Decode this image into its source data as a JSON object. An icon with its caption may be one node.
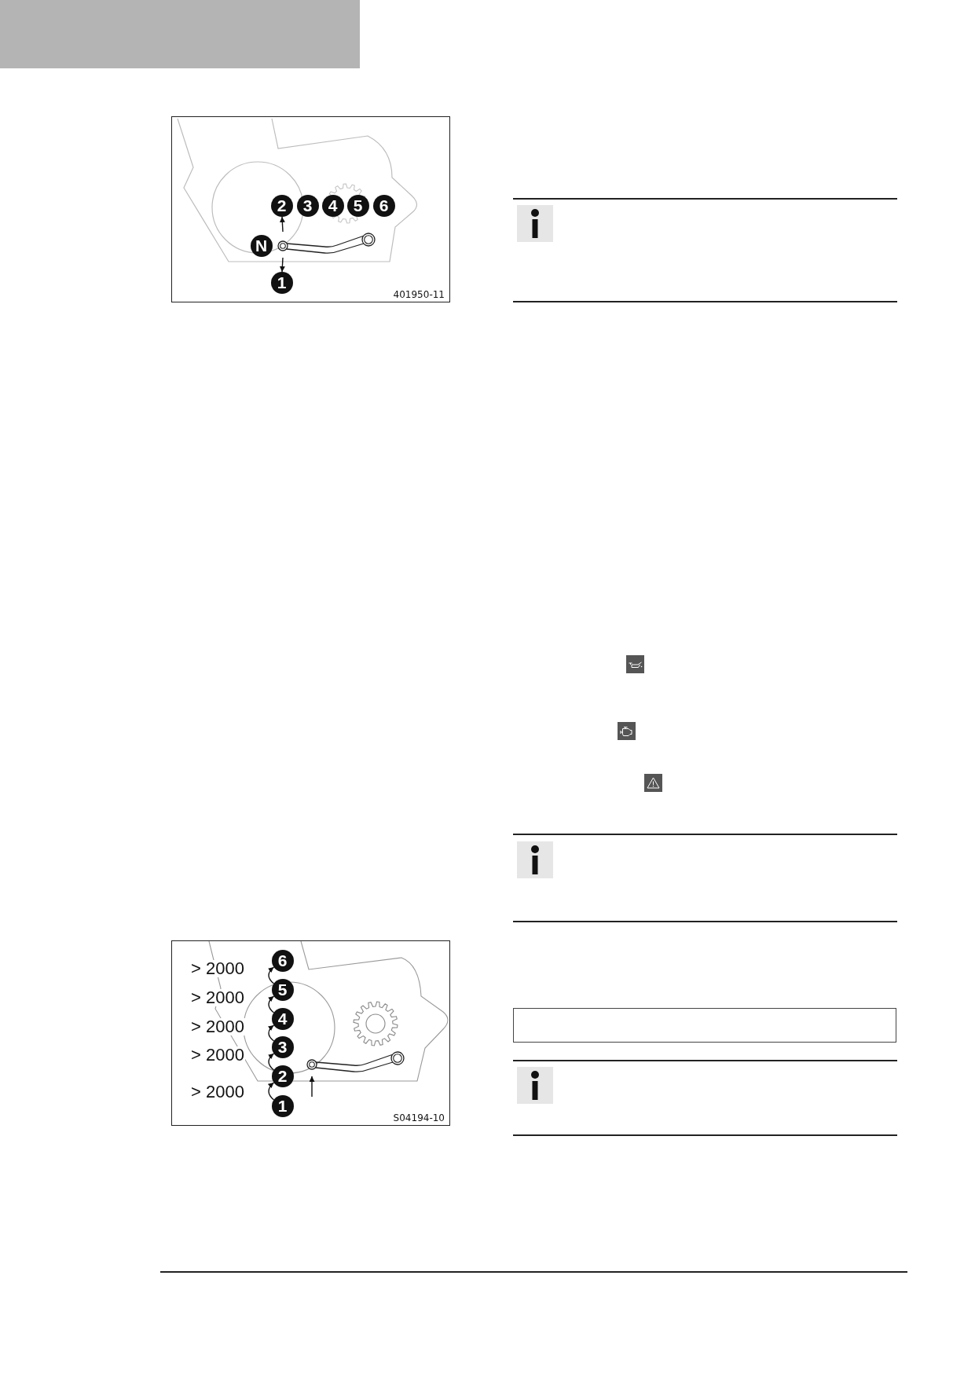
{
  "diagram": {
    "nodes": [
      {
        "text": [
          "401950-11"
        ]
      },
      {
        "text": [
          "2"
        ],
        "in": 0
      },
      {
        "text": [
          "3"
        ],
        "in": 0
      },
      {
        "text": [
          "4"
        ],
        "in": 0
      },
      {
        "text": [
          "5"
        ],
        "in": 0
      },
      {
        "text": [
          "6"
        ],
        "in": 0
      },
      {
        "text": [
          "N"
        ],
        "in": 0
      },
      {
        "text": [],
        "shape": "picture",
        "in": 0
      },
      {
        "text": [
          "1"
        ],
        "in": 0
      },
      {
        "text": [
          "S04194-10"
        ]
      },
      {
        "text": [
          "6"
        ],
        "in": 9
      },
      {
        "text": [
          "5"
        ],
        "in": 9
      },
      {
        "text": [
          "4"
        ],
        "in": 9
      },
      {
        "text": [
          "3"
        ],
        "in": 9
      },
      {
        "text": [
          "2"
        ],
        "in": 9
      },
      {
        "text": [],
        "shape": "picture",
        "in": 9
      },
      {
        "text": [
          "1"
        ],
        "in": 9
      }
    ],
    "edges": [
      {
        "from": 7,
        "to": 1,
        "arrow": "to"
      },
      {
        "from": 7,
        "to": 8,
        "arrow": "to"
      },
      {
        "from": 16,
        "to": 14,
        "arrow": "to",
        "label": "> 2000"
      },
      {
        "from": 14,
        "to": 13,
        "arrow": "to",
        "label": "> 2000"
      },
      {
        "from": 13,
        "to": 12,
        "arrow": "to",
        "label": "> 2000"
      },
      {
        "from": 12,
        "to": 11,
        "arrow": "to",
        "label": "> 2000"
      },
      {
        "from": 11,
        "to": 10,
        "arrow": "to",
        "label": "> 2000"
      },
      {
        "from": null,
        "to": 15,
        "arrow": "to"
      }
    ]
  }
}
